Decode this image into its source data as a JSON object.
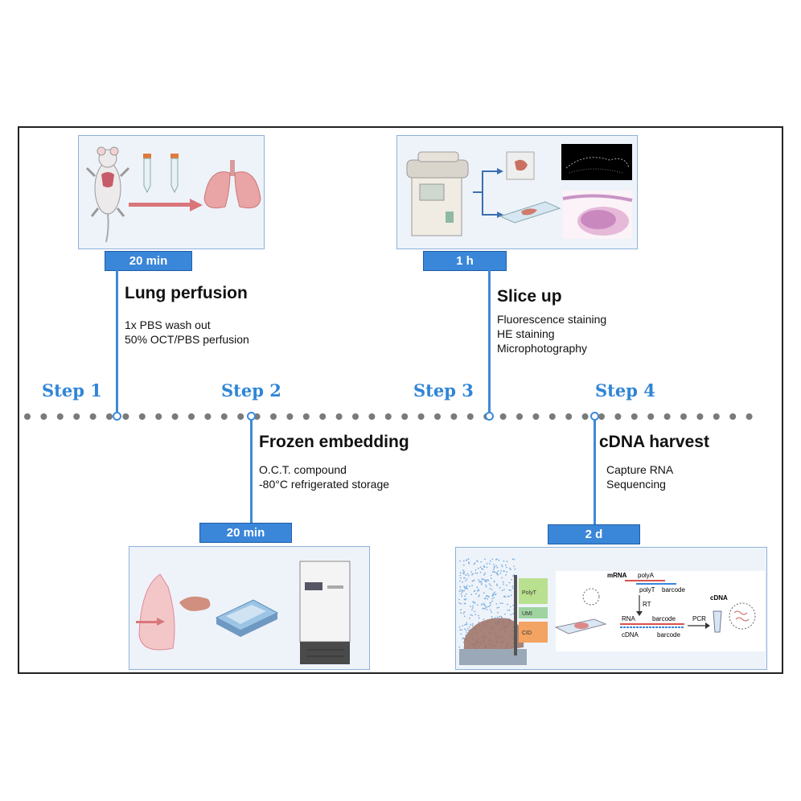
{
  "steps": [
    {
      "label": "Step 1",
      "title": "Lung perfusion",
      "time": "20 min",
      "details": [
        "1x PBS wash out",
        "50% OCT/PBS perfusion"
      ]
    },
    {
      "label": "Step 2",
      "title": "Frozen embedding",
      "time": "20 min",
      "details": [
        "O.C.T.  compound",
        "-80°C refrigerated storage"
      ]
    },
    {
      "label": "Step 3",
      "title": "Slice up",
      "time": "1 h",
      "details": [
        "Fluorescence staining",
        "HE staining",
        "Microphotography"
      ]
    },
    {
      "label": "Step 4",
      "title": "cDNA harvest",
      "time": "2 d",
      "details": [
        "Capture RNA",
        "Sequencing"
      ]
    }
  ],
  "seq_diagram": {
    "mrna": "mRNA",
    "polya": "polyA",
    "polyt": "polyT",
    "barcode": "barcode",
    "rt": "RT",
    "rna": "RNA",
    "cdna": "cDNA",
    "pcr": "PCR",
    "cdna_product": "cDNA",
    "bead_polyt": "PolyT",
    "bead_umi": "UMI",
    "bead_cid": "CID"
  },
  "colors": {
    "accent": "#3a86d9",
    "step_text": "#2f85d6",
    "panel_bg": "#eef3fa",
    "timeline_dots": "#7a7a7a"
  }
}
